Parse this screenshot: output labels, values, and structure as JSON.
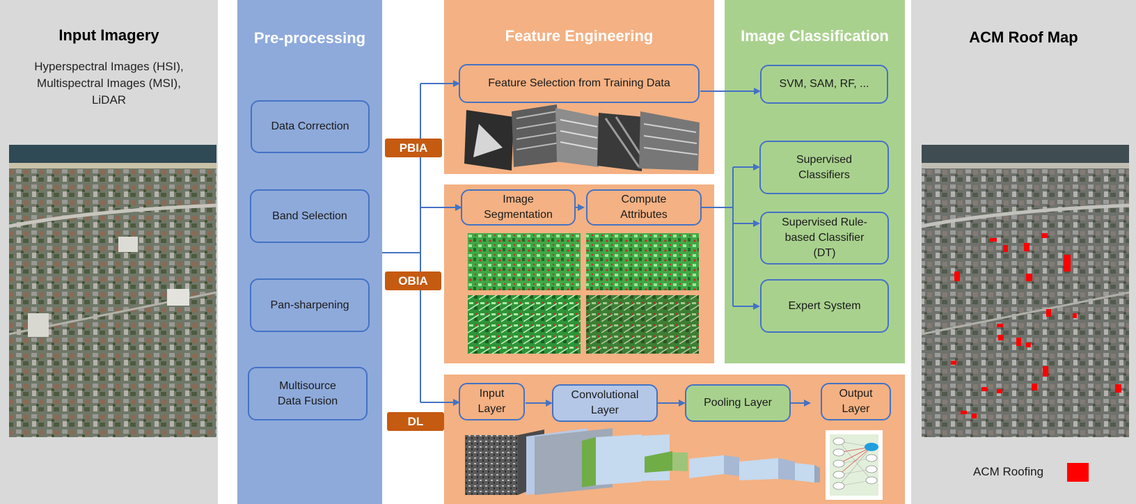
{
  "columns": {
    "input": {
      "title": "Input Imagery",
      "subtitle": "Hyperspectral Images (HSI),\nMultispectral Images (MSI),\nLiDAR"
    },
    "preprocessing": {
      "title": "Pre-processing",
      "steps": [
        "Data Correction",
        "Band Selection",
        "Pan-sharpening",
        "Multisource\nData Fusion"
      ]
    },
    "feature_engineering": {
      "title": "Feature Engineering",
      "feature_selection": "Feature Selection from Training Data",
      "image_segmentation": "Image\nSegmentation",
      "compute_attributes": "Compute\nAttributes"
    },
    "classification": {
      "title": "Image Classification",
      "svm": "SVM, SAM, RF, ...",
      "supervised": "Supervised\nClassifiers",
      "rule_based": "Supervised Rule-\nbased Classifier\n(DT)",
      "expert": "Expert System"
    },
    "output": {
      "title": "ACM Roof Map",
      "legend_label": "ACM Roofing"
    }
  },
  "methods": {
    "pbia": "PBIA",
    "obia": "OBIA",
    "dl": "DL"
  },
  "dl_pipeline": {
    "input_layer": "Input\nLayer",
    "conv_layer": "Convolutional\nLayer",
    "pooling_layer": "Pooling Layer",
    "output_layer": "Output\nLayer"
  },
  "colors": {
    "arrow": "#4472c4",
    "tag": "#c55a11",
    "acm": "#ff0000"
  }
}
